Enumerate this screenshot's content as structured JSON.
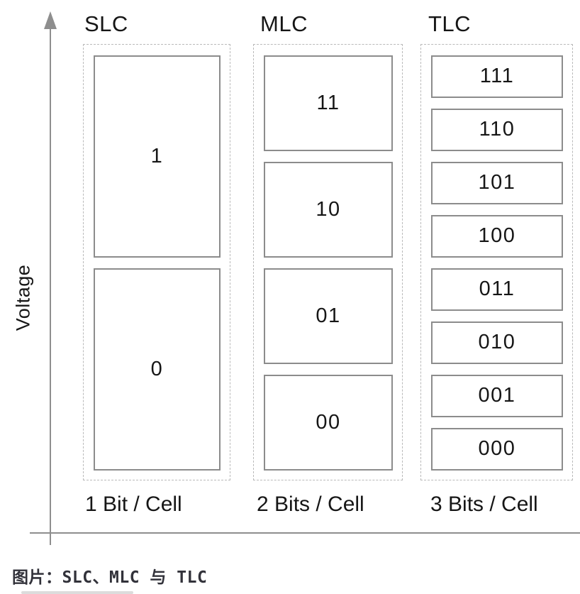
{
  "axis": {
    "y_label": "Voltage"
  },
  "columns": [
    {
      "id": "slc",
      "title": "SLC",
      "bits_label": "1 Bit / Cell",
      "cells": [
        "1",
        "0"
      ]
    },
    {
      "id": "mlc",
      "title": "MLC",
      "bits_label": "2 Bits / Cell",
      "cells": [
        "11",
        "10",
        "01",
        "00"
      ]
    },
    {
      "id": "tlc",
      "title": "TLC",
      "bits_label": "3 Bits / Cell",
      "cells": [
        "111",
        "110",
        "101",
        "100",
        "011",
        "010",
        "001",
        "000"
      ]
    }
  ],
  "caption": "图片：SLC、MLC 与 TLC",
  "colors": {
    "axis": "#8e8e8e",
    "box_border": "#8c8c8c",
    "dashed_border": "#b9b9b9",
    "text": "#161616",
    "caption": "#32323a",
    "background": "#ffffff"
  }
}
